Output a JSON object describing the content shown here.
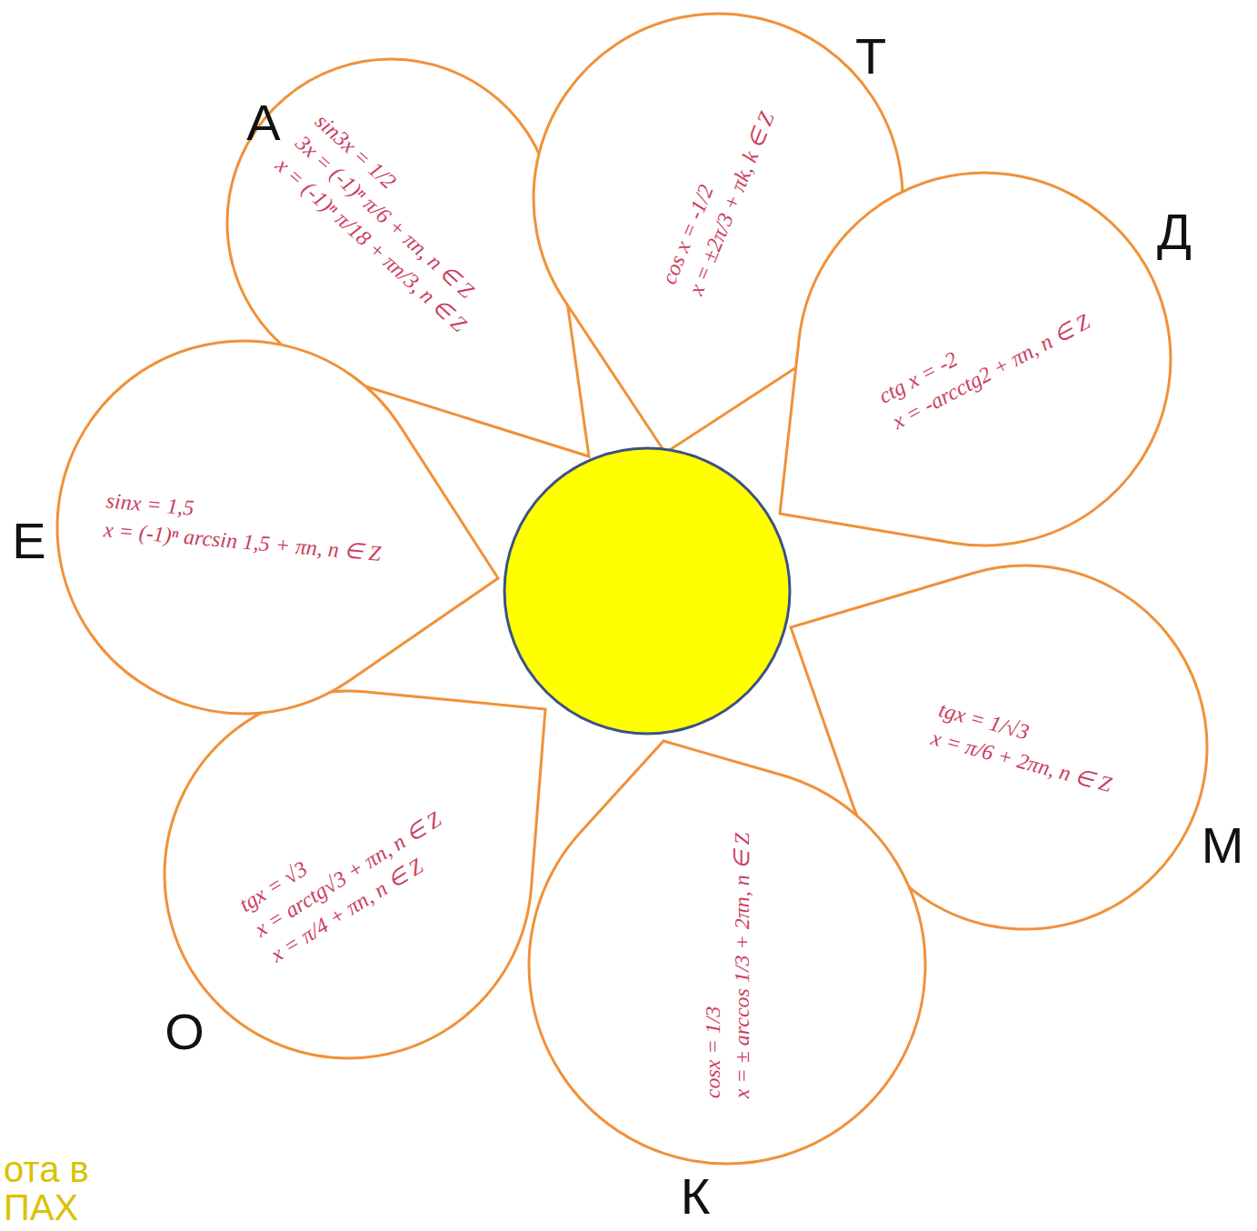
{
  "diagram": {
    "nodes": [
      {
        "text": [
          "А",
          "sin3x = 1/2",
          "3x = (-1)ⁿ π/6 + πn, n ∈ Z",
          "x = (-1)ⁿ π/18 + πn/3, n ∈ Z"
        ]
      },
      {
        "text": [
          "Т",
          "cos x = -1/2",
          "x = ±2π/3 + πk, k ∈ Z"
        ]
      },
      {
        "text": [
          "Д",
          "ctg x = -2",
          "x = -arcctg2 + πn, n ∈ Z"
        ]
      },
      {
        "text": [
          "М",
          "tgx = 1/√3",
          "x = π/6 + 2πn, n ∈ Z"
        ]
      },
      {
        "text": [
          "К",
          "cosx = 1/3",
          "x = ± arccos 1/3 + 2πn, n ∈ Z"
        ]
      },
      {
        "text": [
          "О",
          "tgx = √3",
          "x = arctg√3 + πn, n ∈ Z",
          "x = π/4 + πn, n ∈ Z"
        ]
      },
      {
        "text": [
          "Е",
          "sinx = 1,5",
          "x = (-1)ⁿ arcsin 1,5 + πn, n ∈ Z"
        ]
      }
    ],
    "labels": [
      "ота в",
      "ПАХ"
    ]
  }
}
